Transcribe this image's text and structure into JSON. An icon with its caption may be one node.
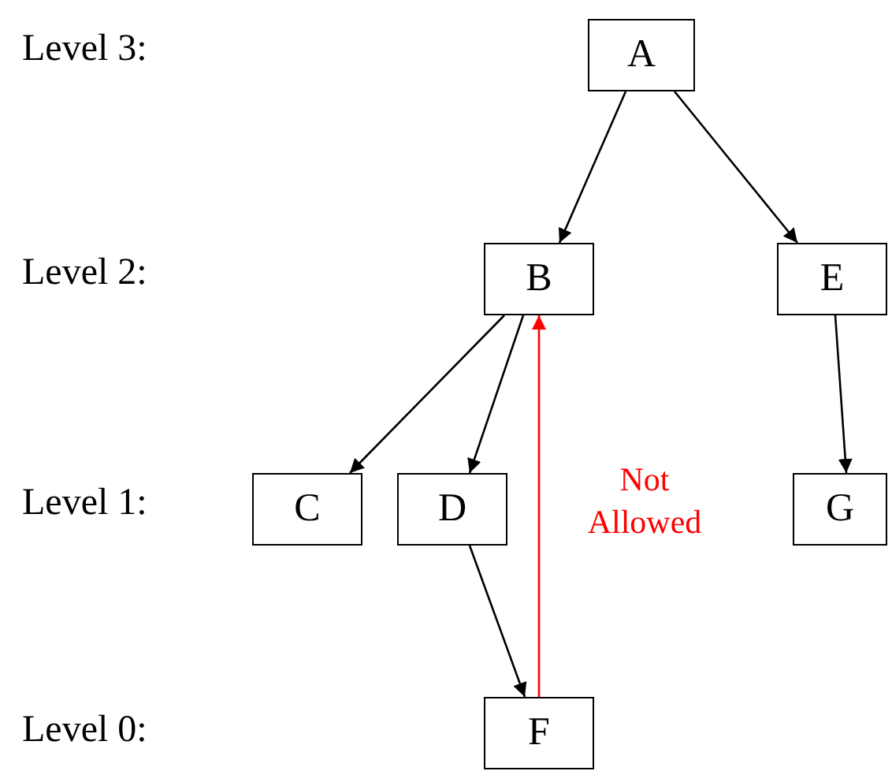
{
  "diagram": {
    "nodes": [
      {
        "text": [
          "A"
        ]
      },
      {
        "text": [
          "B"
        ]
      },
      {
        "text": [
          "E"
        ]
      },
      {
        "text": [
          "C"
        ]
      },
      {
        "text": [
          "D"
        ]
      },
      {
        "text": [
          "G"
        ]
      },
      {
        "text": [
          "F"
        ]
      }
    ],
    "edges": [
      {
        "from": 0,
        "to": 1,
        "arrow": "to"
      },
      {
        "from": 0,
        "to": 2,
        "arrow": "to"
      },
      {
        "from": 1,
        "to": 3,
        "arrow": "to"
      },
      {
        "from": 1,
        "to": 4,
        "arrow": "to"
      },
      {
        "from": 2,
        "to": 5,
        "arrow": "to"
      },
      {
        "from": 4,
        "to": 6,
        "arrow": "to"
      },
      {
        "from": 6,
        "to": 1,
        "arrow": "to",
        "label": "Not Allowed",
        "color": "#ff0000"
      }
    ],
    "labels": [
      "Level 3:",
      "Level 2:",
      "Level 1:",
      "Level 0:"
    ]
  }
}
